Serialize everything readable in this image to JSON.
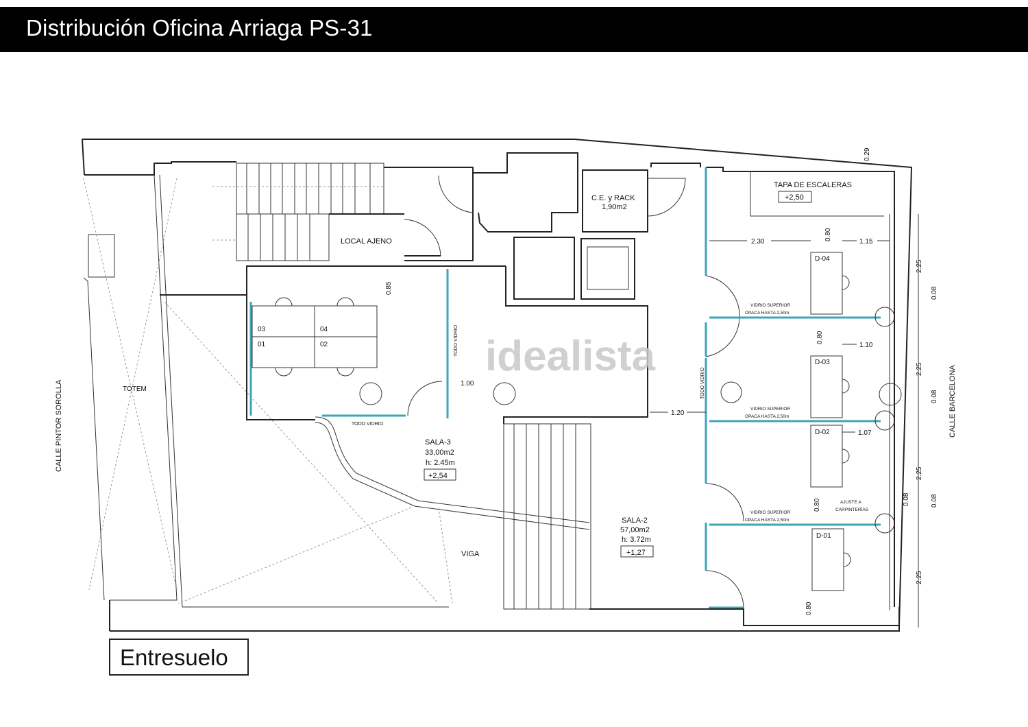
{
  "header": {
    "title": "Distribución Oficina Arriaga PS-31"
  },
  "floor_label": "Entresuelo",
  "watermark": "idealista",
  "streets": {
    "left": "CALLE PINTOR SOROLLA",
    "right": "CALLE BARCELONA"
  },
  "rooms": {
    "local_ajeno": "LOCAL AJENO",
    "ce_rack": {
      "name": "C.E. y RACK",
      "area": "1,90m2"
    },
    "tapa": {
      "name": "TAPA DE ESCALERAS",
      "level": "+2,50"
    },
    "sala3": {
      "name": "SALA-3",
      "area": "33,00m2",
      "height": "h: 2.45m",
      "level": "+2,54"
    },
    "sala2": {
      "name": "SALA-2",
      "area": "57,00m2",
      "height": "h: 3.72m",
      "level": "+1,27"
    },
    "totem": "TOTEM",
    "viga": "VIGA"
  },
  "desks_sala3": [
    "03",
    "04",
    "01",
    "02"
  ],
  "desks_offices": [
    "D-04",
    "D-03",
    "D-02",
    "D-01"
  ],
  "notes": {
    "todo_vidrio": "TODO VIDRIO",
    "vidrio_l1": "VIDRIO SUPERIOR",
    "vidrio_l2": "OPACA HASTA 2,50m",
    "ajuste_l1": "AJUSTE A",
    "ajuste_l2": "CARPINTERÍAS"
  },
  "dimensions": {
    "d085": "0.85",
    "d100": "1.00",
    "d120": "1.20",
    "d230": "2.30",
    "d080": "0.80",
    "d115": "1.15",
    "d110": "1.10",
    "d107": "1.07",
    "d225": "2.25",
    "d008": "0.08",
    "d029": "0.29"
  }
}
